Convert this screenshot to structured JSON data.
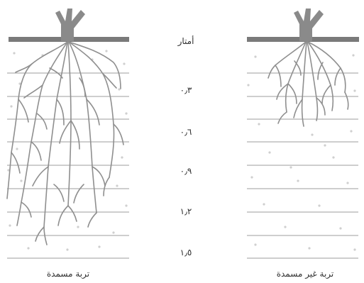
{
  "depth_unit": "أمتار",
  "depth_marks": [
    "٠٫٣",
    "٠٫٦",
    "٠٫٩",
    "١٫٢",
    "١٫٥"
  ],
  "panels": {
    "fertilized": {
      "caption": "تربة مسمدة"
    },
    "unfertilized": {
      "caption": "تربة غير مسمدة"
    }
  },
  "colors": {
    "root": "#8f8f8f",
    "stem": "#8a8a8a",
    "ground": "#7a7a7a",
    "soil_line": "#9d9d9d",
    "soil_dot": "#cfcfcf",
    "text": "#2f2f2f"
  }
}
